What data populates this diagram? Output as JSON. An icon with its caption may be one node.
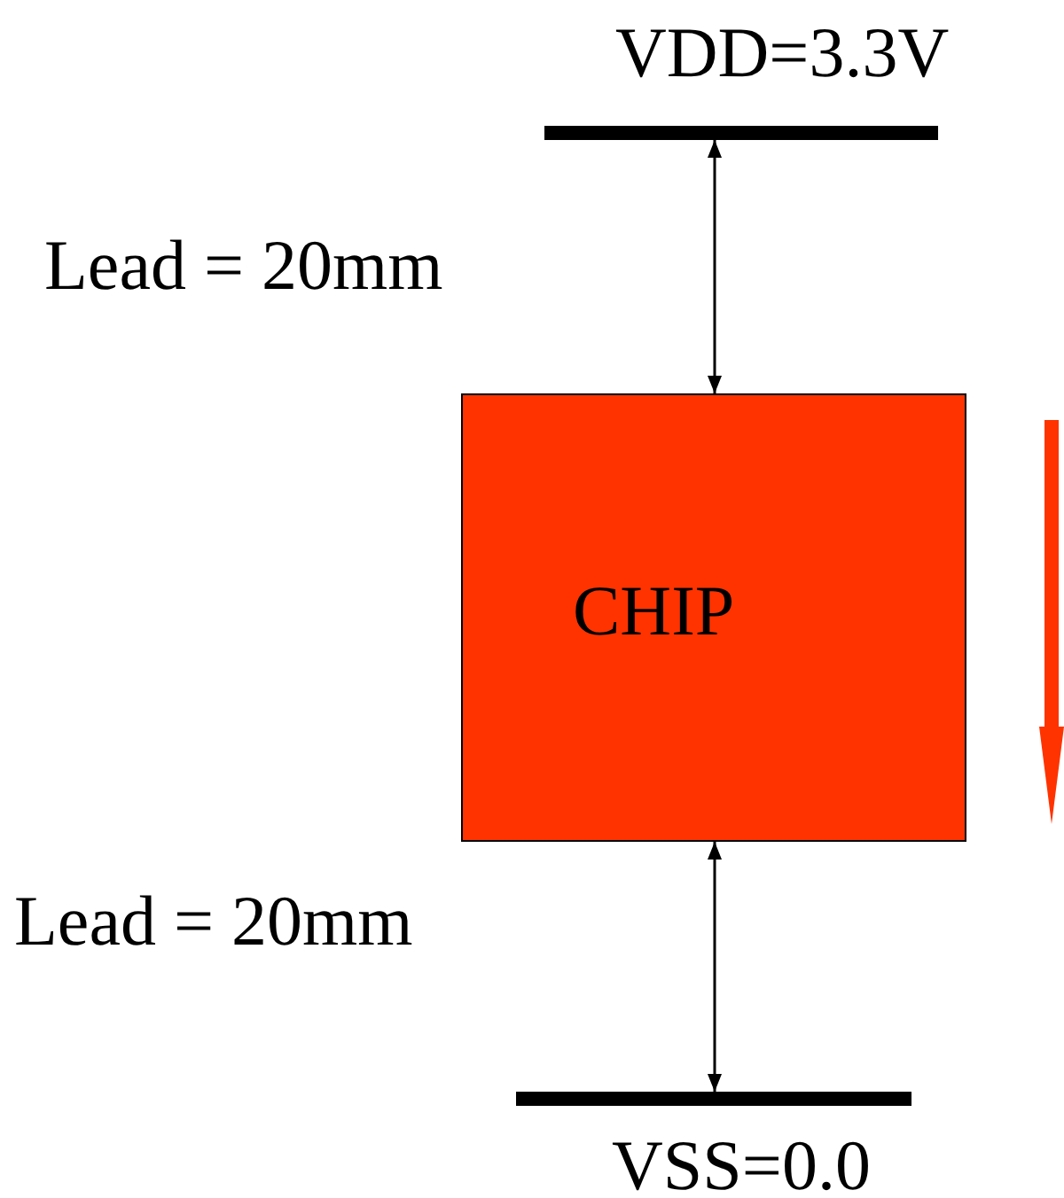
{
  "diagram": {
    "nodes": [
      {
        "text": [
          "VDD=3.3V"
        ]
      },
      {
        "text": [
          "CHIP"
        ]
      },
      {
        "text": [
          "VSS=0.0"
        ]
      }
    ],
    "edges": [
      {
        "from": 0,
        "to": 1,
        "arrow": "both"
      },
      {
        "from": 1,
        "to": 2,
        "arrow": "both"
      }
    ],
    "labels": [
      "Lead = 20mm",
      "Lead = 20mm"
    ]
  }
}
